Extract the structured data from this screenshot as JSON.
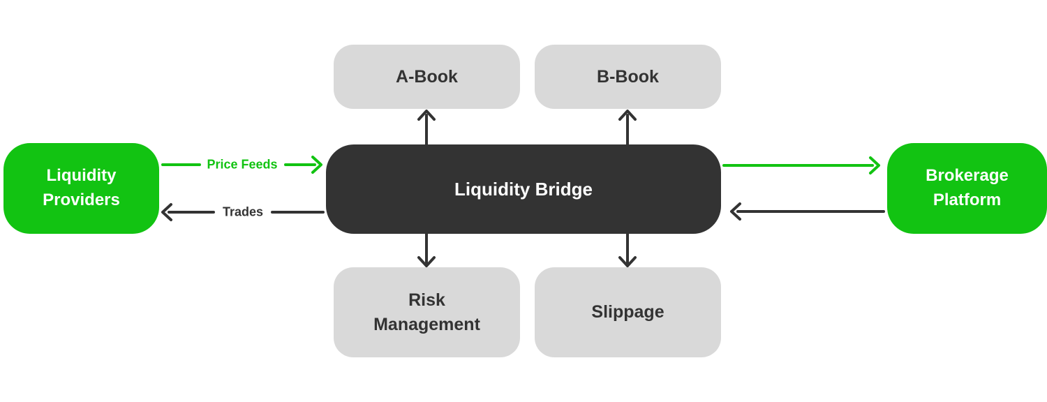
{
  "diagram": {
    "type": "flow-diagram",
    "background": "#FFFFFF"
  },
  "colors": {
    "accent_green": "#12C312",
    "dark": "#333333",
    "light_gray": "#D9D9D9",
    "white": "#FFFFFF"
  },
  "nodes": {
    "liquidity_providers": {
      "label": "Liquidity\nProviders"
    },
    "a_book": {
      "label": "A-Book"
    },
    "b_book": {
      "label": "B-Book"
    },
    "liquidity_bridge": {
      "label": "Liquidity Bridge"
    },
    "risk_management": {
      "label": "Risk\nManagement"
    },
    "slippage": {
      "label": "Slippage"
    },
    "brokerage_platform": {
      "label": "Brokerage\nPlatform"
    }
  },
  "edges": [
    {
      "id": "price-feeds",
      "from": "liquidity_providers",
      "to": "liquidity_bridge",
      "label": "Price Feeds",
      "direction": "right",
      "color": "#12C312"
    },
    {
      "id": "trades",
      "from": "liquidity_bridge",
      "to": "liquidity_providers",
      "label": "Trades",
      "direction": "left",
      "color": "#333333"
    },
    {
      "id": "bridge-to-a-book",
      "from": "liquidity_bridge",
      "to": "a_book",
      "label": "",
      "direction": "up",
      "color": "#333333"
    },
    {
      "id": "bridge-to-b-book",
      "from": "liquidity_bridge",
      "to": "b_book",
      "label": "",
      "direction": "up",
      "color": "#333333"
    },
    {
      "id": "bridge-to-risk",
      "from": "liquidity_bridge",
      "to": "risk_management",
      "label": "",
      "direction": "down",
      "color": "#333333"
    },
    {
      "id": "bridge-to-slippage",
      "from": "liquidity_bridge",
      "to": "slippage",
      "label": "",
      "direction": "down",
      "color": "#333333"
    },
    {
      "id": "bridge-to-brokerage",
      "from": "liquidity_bridge",
      "to": "brokerage_platform",
      "label": "",
      "direction": "right",
      "color": "#12C312"
    },
    {
      "id": "brokerage-to-bridge",
      "from": "brokerage_platform",
      "to": "liquidity_bridge",
      "label": "",
      "direction": "left",
      "color": "#333333"
    }
  ]
}
